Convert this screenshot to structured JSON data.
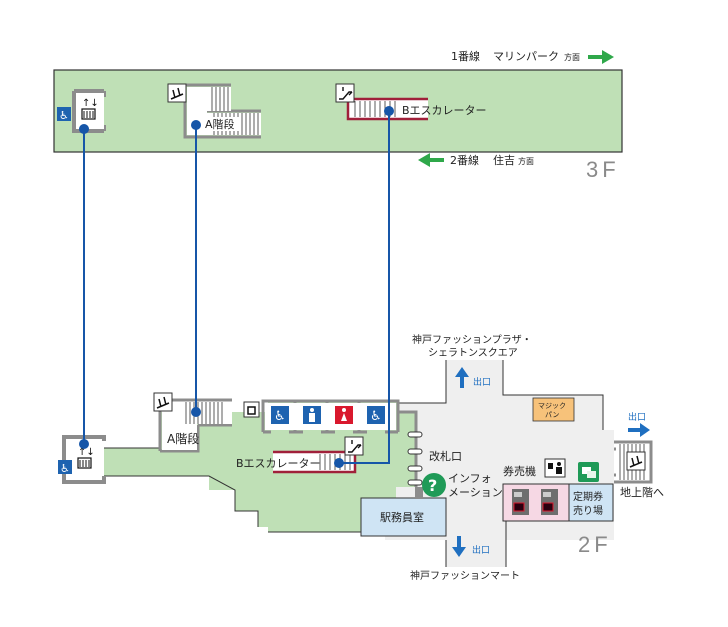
{
  "colors": {
    "platform_green": "#bfe0b6",
    "concourse_gray": "#efefef",
    "route_blue": "#1656a8",
    "exit_blue": "#1f6fc0",
    "direction_green": "#2fa84a",
    "escalator_red": "#a0203a",
    "office_blue": "#cfe4f4",
    "ticket_pink": "#f6d8e4",
    "shop_orange": "#f7c27a",
    "info_green": "#1f9a57",
    "female_red": "#d9182d",
    "male_blue": "#1e63b0",
    "wall_gray": "#8c8c8c"
  },
  "floor_3f": {
    "floor_label": "3F",
    "direction_1": {
      "track": "1番線",
      "destination": "マリンパーク",
      "suffix": "方面",
      "arrow": "right-arrow-icon"
    },
    "direction_2": {
      "track": "2番線",
      "destination": "住吉",
      "suffix": "方面",
      "arrow": "left-arrow-icon"
    },
    "stairs_label": "A階段",
    "escalator_label": "Bエスカレーター",
    "elevator": {
      "icon": "elevator-icon",
      "accessible_icon": "wheelchair-icon"
    }
  },
  "floor_2f": {
    "floor_label": "2F",
    "stairs_label": "A階段",
    "escalator_label": "Bエスカレーター",
    "ticket_gate": "改札口",
    "information": [
      "インフォ",
      "メーション"
    ],
    "station_office": "駅務員室",
    "ticket_machines": "券売機",
    "commuter_pass": [
      "定期券",
      "売り場"
    ],
    "shop": [
      "マジック",
      "パン"
    ],
    "to_ground": "地上階へ",
    "exit_north": {
      "label": "出口",
      "destination": [
        "神戸ファッションプラザ・",
        "シェラトンスクエア"
      ]
    },
    "exit_south": {
      "label": "出口",
      "destination": "神戸ファッションマート"
    },
    "exit_east": {
      "label": "出口"
    },
    "restrooms": [
      "wheelchair-restroom-icon",
      "male-restroom-icon",
      "female-restroom-icon",
      "wheelchair-restroom-icon"
    ],
    "locker_icon": "coin-locker-icon"
  }
}
